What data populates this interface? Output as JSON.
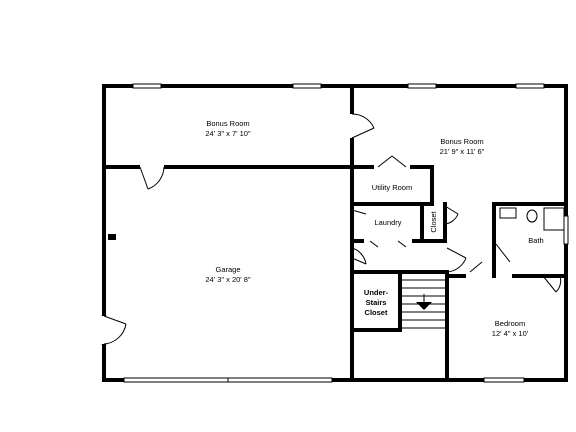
{
  "rooms": {
    "bonus_room_1": {
      "name": "Bonus Room",
      "dims": "24' 3\" x 7' 10\""
    },
    "bonus_room_2": {
      "name": "Bonus Room",
      "dims": "21' 9\" x 11' 6\""
    },
    "utility_room": {
      "name": "Utility Room"
    },
    "laundry": {
      "name": "Laundry"
    },
    "closet": {
      "name": "Closet"
    },
    "bath": {
      "name": "Bath"
    },
    "garage": {
      "name": "Garage",
      "dims": "24' 3\" x 20' 8\""
    },
    "under_stairs": {
      "line1": "Under-",
      "line2": "Stairs",
      "line3": "Closet"
    },
    "bedroom": {
      "name": "Bedroom",
      "dims": "12' 4\" x 10'"
    }
  }
}
